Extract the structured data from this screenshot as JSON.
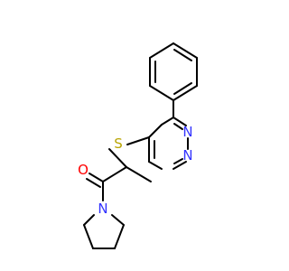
{
  "atoms": {
    "n_ring_1": {
      "symbol": "N",
      "color": "#3333ff"
    },
    "n_ring_2": {
      "symbol": "N",
      "color": "#3333ff"
    },
    "sulfur": {
      "symbol": "S",
      "color": "#b8a400"
    },
    "oxygen": {
      "symbol": "O",
      "color": "#ff0000"
    },
    "n_pyrrolidine": {
      "symbol": "N",
      "color": "#3333ff"
    }
  },
  "colors": {
    "bond": "#000000",
    "background": "#ffffff"
  }
}
